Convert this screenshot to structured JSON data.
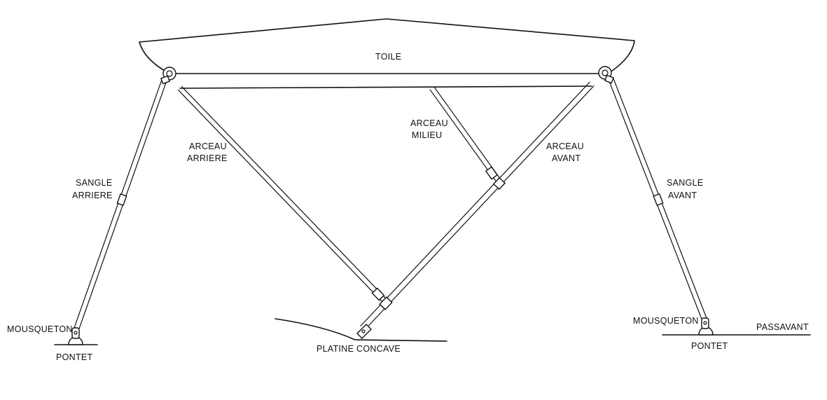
{
  "labels": {
    "toile": "TOILE",
    "arceau_milieu_1": "ARCEAU",
    "arceau_milieu_2": "MILIEU",
    "arceau_arriere_1": "ARCEAU",
    "arceau_arriere_2": "ARRIERE",
    "arceau_avant_1": "ARCEAU",
    "arceau_avant_2": "AVANT",
    "sangle_arriere_1": "SANGLE",
    "sangle_arriere_2": "ARRIERE",
    "sangle_avant_1": "SANGLE",
    "sangle_avant_2": "AVANT",
    "mousqueton_left": "MOUSQUETON",
    "mousqueton_right": "MOUSQUETON",
    "pontet_left": "PONTET",
    "pontet_right": "PONTET",
    "platine_concave": "PLATINE CONCAVE",
    "passavant": "PASSAVANT"
  },
  "colors": {
    "line": "#111111",
    "background": "#ffffff"
  }
}
